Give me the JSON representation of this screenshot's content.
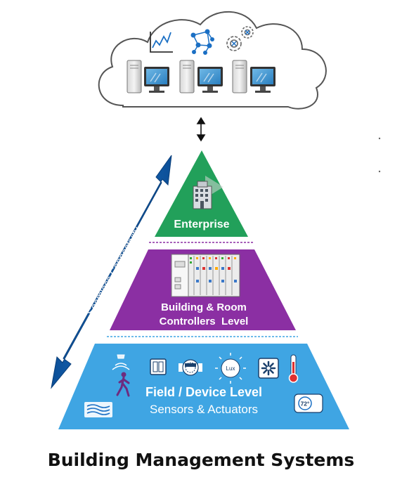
{
  "enterprise_label": "Enterprise",
  "controllers_label_line1": "Building & Room",
  "controllers_label_line2": "Controllers  Level",
  "field_label_line1": "Field / Device Level",
  "field_label_line2": "Sensors & Actuators",
  "connectivity_label": "Seamless Connectivity",
  "caption": "Building Management Systems",
  "lux_text": "Lux",
  "thermostat_text": "72°",
  "colors": {
    "enterprise": "#22a05a",
    "controllers": "#8b2fa3",
    "field": "#3fa5e3",
    "arrow": "#1261b0",
    "cloud_stroke": "#555555"
  }
}
